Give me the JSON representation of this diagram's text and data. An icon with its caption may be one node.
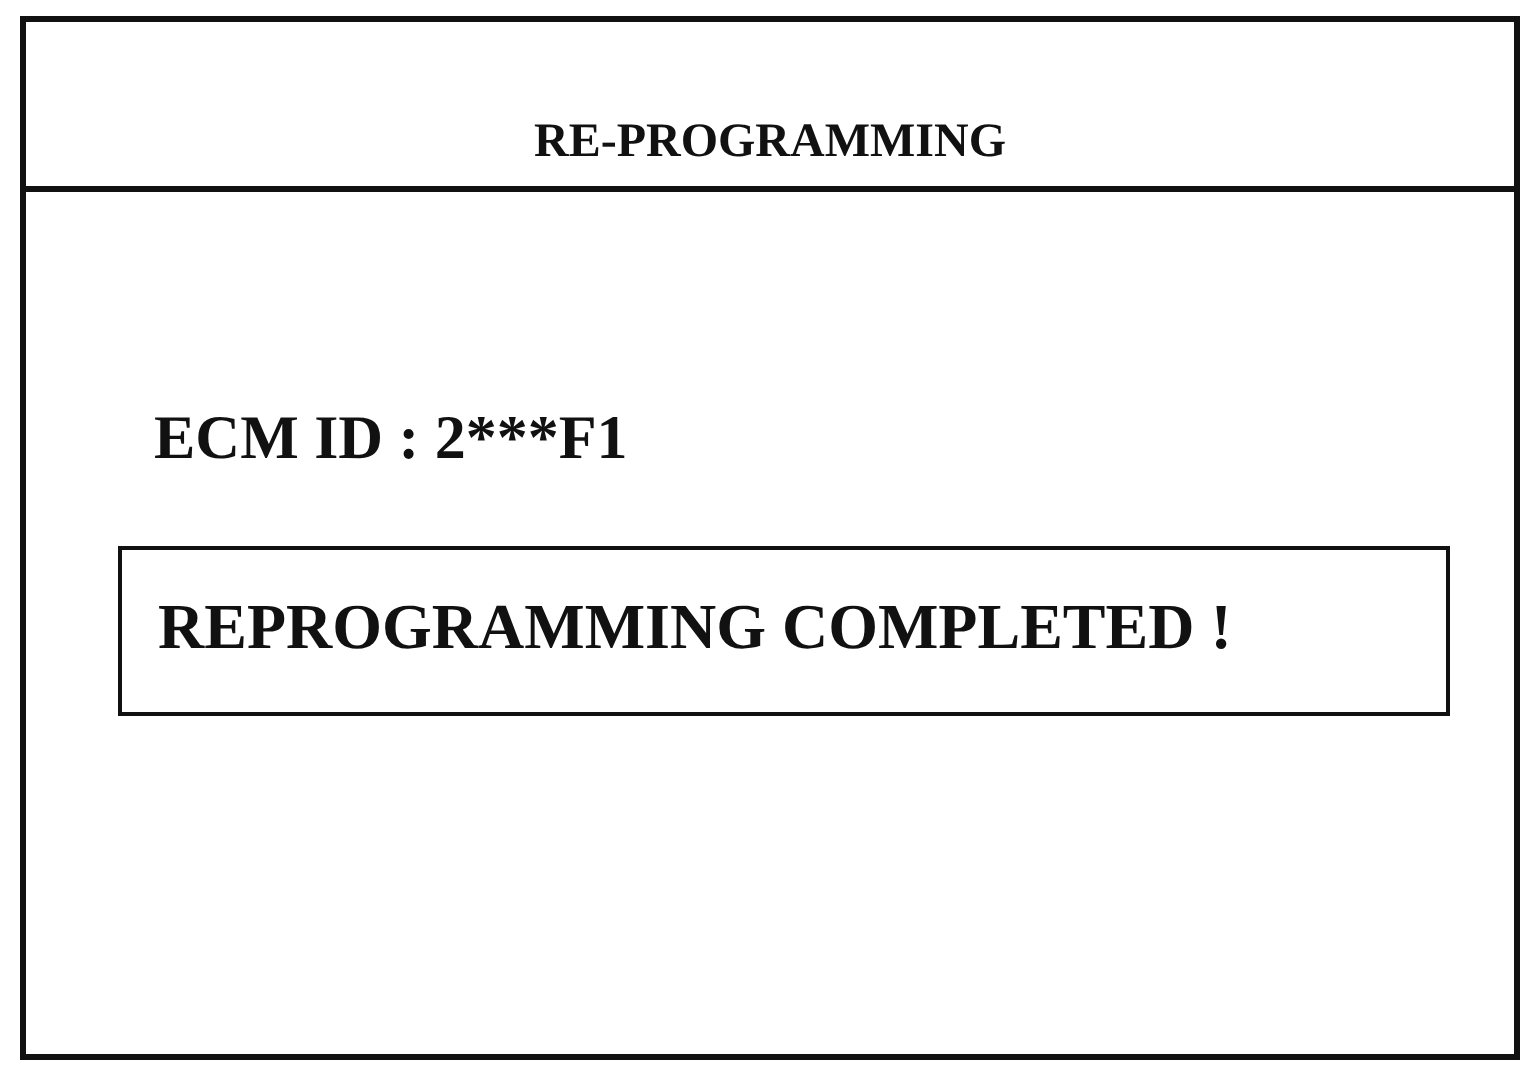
{
  "diagram": {
    "nodes": [
      {
        "text": [
          "RE-PROGRAMMING"
        ]
      },
      {
        "text": [
          "REPROGRAMMING COMPLETED !"
        ],
        "in": 0
      }
    ],
    "labels": [
      "ECM ID : 2***F1"
    ]
  }
}
